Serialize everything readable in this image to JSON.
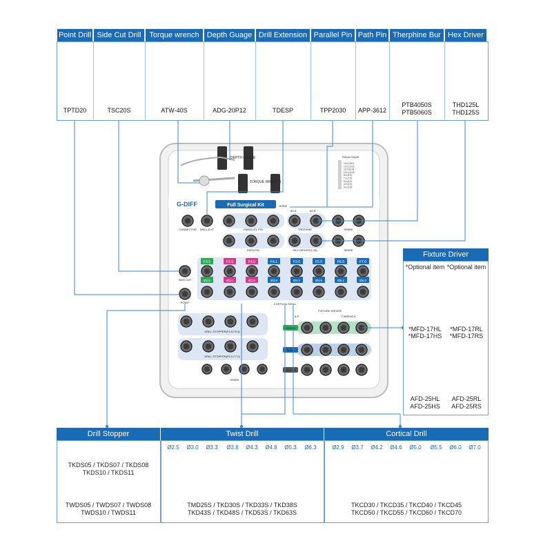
{
  "top_tools": [
    {
      "name": "Point Drill",
      "code": "TPTD20"
    },
    {
      "name": "Side Cut Drill",
      "code": "TSC20S"
    },
    {
      "name": "Torque wrench",
      "code": "ATW-40S"
    },
    {
      "name": "Depth Guage",
      "code": "ADG-20P12"
    },
    {
      "name": "Drill Extension",
      "code": "TDESP"
    },
    {
      "name": "Parallel Pin",
      "code": "TPP2030"
    },
    {
      "name": "Path Pin",
      "code": "APP-3612"
    },
    {
      "name": "Therphine Bur",
      "code": "PTB4050S",
      "code2": "PTB5060S"
    },
    {
      "name": "Hex Driver",
      "code": "THD125L",
      "code2": "THD125S"
    }
  ],
  "kit": {
    "brand": "G-DIFF",
    "title": "Full Surgical Kit",
    "depth_gauge": "DEPTH GAUGE",
    "torque_wrench": "TORQUE WRENCH",
    "fixture_depth": "Fixture Depth",
    "depth_scale": [
      "14.5 (15.0)",
      "13.0 (13.5)",
      "11.5 (12.0)",
      "10.0 (10.5)",
      "8.5 (9.0)",
      "7.0 (7.5)",
      "5.5 (6.0)",
      "4.0 (4.5)",
      "3.0 (3.5)"
    ],
    "labels": {
      "connector": "CONNECTOR",
      "drill_ext": "DRILL EXT.",
      "parallel_pin": "PARALLEL PIN",
      "path_pin": "PATH PIN",
      "trephine": "TREPHINE",
      "spare": "SPARE",
      "hex_driver": "HEX DRIVER(1.25)",
      "side_cut": "SIDE CUT",
      "point": "POINT",
      "cortical_drill": "CORTICAL DRILL",
      "fixture_driver": "FIXTURE DRIVER",
      "drill_stopper_1": "DRILL STOPPER(F3.5-F5.5)",
      "drill_stopper_2": "DRILL STOPPER(F6.0-F7.0)",
      "np": "N.P",
      "t_wrench": "T.WRENCH",
      "green": "GREEN",
      "blue": "BLUE",
      "spare2": "SPARE",
      "ratchet": "RATCHET",
      "verde": "VERDE",
      "ng_a": "NG-A",
      "ng_b": "NG-B"
    },
    "tag_labels": [
      "F3.5",
      "F3.5",
      "F4.0",
      "F4.1",
      "F3.0",
      "F5.5",
      "F6.0",
      "F7.0"
    ],
    "tag_colors": [
      "#2aaa55",
      "#d63a8c",
      "#d63a8c",
      "#1a6bb5",
      "#1a6bb5",
      "#1a6bb5",
      "#1a6bb5",
      "#1a6bb5"
    ],
    "sub_labels": [
      "Ø2.5",
      "Ø3.0",
      "Ø3.5",
      "Ø3.8",
      "Ø4.2",
      "Ø4.6",
      "Ø5.2",
      "Ø6.0"
    ]
  },
  "fixture_driver": {
    "title": "Fixture Driver",
    "optional": "*Optional item",
    "codes_left": [
      "*MFD-17HL",
      "*MFD-17HS"
    ],
    "codes_right": [
      "*MFD-17RL",
      "*MFD-17RS"
    ],
    "afd_left": [
      "AFD-25HL",
      "AFD-25HS"
    ],
    "afd_right": [
      "AFD-25RL",
      "AFD-25RS"
    ]
  },
  "drill_stopper": {
    "title": "Drill Stopper",
    "tkds": [
      "TKDS05 / TKDS07 / TKDS08",
      "TKDS10 / TKDS11"
    ],
    "twds": [
      "TWDS05 / TWDS07 / TWDS08",
      "TWDS10 / TWDS11"
    ]
  },
  "twist_drill": {
    "title": "Twist Drill",
    "diameters": [
      "Ø2.5",
      "Ø3.0",
      "Ø3.3",
      "Ø3.8",
      "Ø4.3",
      "Ø4.8",
      "Ø5.3",
      "Ø6.3"
    ],
    "codes": [
      "TMD25S / TKD30S / TKD33S / TKD38S",
      "TKD43S / TKD48S / TKD53S / TKD63S"
    ]
  },
  "cortical_drill": {
    "title": "Cortical Drill",
    "diameters": [
      "Ø2.9",
      "Ø3.7",
      "Ø4.2",
      "Ø4.6",
      "Ø5.0",
      "Ø5.5",
      "Ø6.0",
      "Ø7.0"
    ],
    "codes": [
      "TKCD30 / TKCD35 / TKCD40 / TKCD45",
      "TKCD50 / TKCD55 / TKCD60 / TKCD70"
    ]
  },
  "colors": {
    "accent": "#1a6bb5",
    "line": "#3a86d0",
    "gold": "#d9b54a",
    "pink": "#d63a8c",
    "green": "#2aaa55"
  }
}
